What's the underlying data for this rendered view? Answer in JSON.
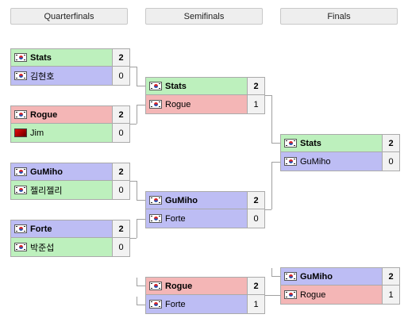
{
  "headers": [
    "Quarterfinals",
    "Semifinals",
    "Finals"
  ],
  "quarterfinals": [
    {
      "p1": {
        "name": "Stats",
        "score": "2",
        "flag": "kr",
        "color": "green",
        "win": true
      },
      "p2": {
        "name": "김현호",
        "score": "0",
        "flag": "kr",
        "color": "blue",
        "win": false
      }
    },
    {
      "p1": {
        "name": "Rogue",
        "score": "2",
        "flag": "kr",
        "color": "red",
        "win": true
      },
      "p2": {
        "name": "Jim",
        "score": "0",
        "flag": "cn",
        "color": "green",
        "win": false
      }
    },
    {
      "p1": {
        "name": "GuMiho",
        "score": "2",
        "flag": "kr",
        "color": "blue",
        "win": true
      },
      "p2": {
        "name": "젤리젤리",
        "score": "0",
        "flag": "kr",
        "color": "green",
        "win": false
      }
    },
    {
      "p1": {
        "name": "Forte",
        "score": "2",
        "flag": "kr",
        "color": "blue",
        "win": true
      },
      "p2": {
        "name": "박준섭",
        "score": "0",
        "flag": "kr",
        "color": "green",
        "win": false
      }
    }
  ],
  "semifinals": [
    {
      "p1": {
        "name": "Stats",
        "score": "2",
        "flag": "kr",
        "color": "green",
        "win": true
      },
      "p2": {
        "name": "Rogue",
        "score": "1",
        "flag": "kr",
        "color": "red",
        "win": false
      }
    },
    {
      "p1": {
        "name": "GuMiho",
        "score": "2",
        "flag": "kr",
        "color": "blue",
        "win": true
      },
      "p2": {
        "name": "Forte",
        "score": "0",
        "flag": "kr",
        "color": "blue",
        "win": false
      }
    },
    {
      "p1": {
        "name": "Rogue",
        "score": "2",
        "flag": "kr",
        "color": "red",
        "win": true
      },
      "p2": {
        "name": "Forte",
        "score": "1",
        "flag": "kr",
        "color": "blue",
        "win": false
      }
    }
  ],
  "finals": [
    {
      "p1": {
        "name": "Stats",
        "score": "2",
        "flag": "kr",
        "color": "green",
        "win": true
      },
      "p2": {
        "name": "GuMiho",
        "score": "0",
        "flag": "kr",
        "color": "blue",
        "win": false
      }
    },
    {
      "p1": {
        "name": "GuMiho",
        "score": "2",
        "flag": "kr",
        "color": "blue",
        "win": true
      },
      "p2": {
        "name": "Rogue",
        "score": "1",
        "flag": "kr",
        "color": "red",
        "win": false
      }
    }
  ],
  "colors": {
    "green": "#bdf0bd",
    "red": "#f4b6b6",
    "blue": "#bdbdf4",
    "connector": "#a0a0a0"
  }
}
